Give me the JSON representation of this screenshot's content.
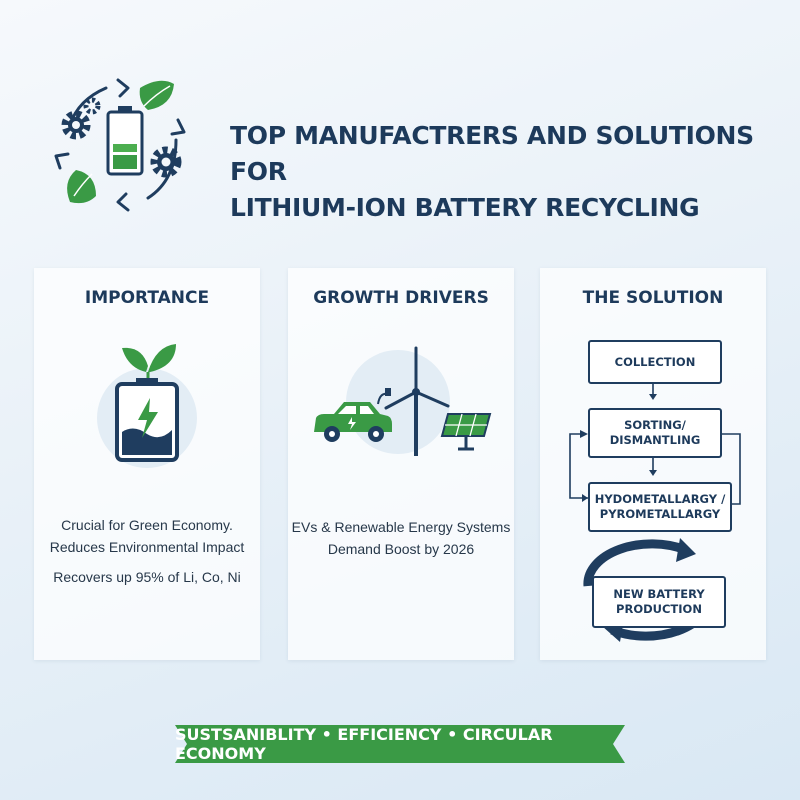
{
  "header": {
    "title_line1": "TOP MANUFACTRERS AND SOLUTIONS FOR",
    "title_line2": "LITHIUM-ION BATTERY RECYCLING"
  },
  "panels": {
    "importance": {
      "title": "IMPORTANCE",
      "line1": "Crucial for Green Economy.",
      "line2": "Reduces Environmental Impact",
      "line3": "Recovers up 95% of Li, Co, Ni"
    },
    "growth": {
      "title": "GROWTH DRIVERS",
      "line1": "EVs & Renewable Energy Systems",
      "line2": "Demand Boost by 2026"
    },
    "solution": {
      "title": "THE SOLUTION",
      "steps": [
        {
          "line1": "COLLECTION",
          "line2": ""
        },
        {
          "line1": "SORTING/",
          "line2": "DISMANTLING"
        },
        {
          "line1": "HYDOMETALLARGY /",
          "line2": "PYROMETALLARGY"
        },
        {
          "line1": "NEW BATTERY",
          "line2": "PRODUCTION"
        }
      ]
    }
  },
  "banner": {
    "text": "SUSTSANIBLITY • EFFICIENCY • CIRCULAR ECONOMY"
  },
  "colors": {
    "navy": "#1f3d5f",
    "green": "#3a9a45",
    "light_green": "#4cae4f",
    "pale_circle": "#e3edf5"
  },
  "icons": [
    "gear-icon",
    "battery-icon",
    "leaf-icon",
    "cycle-arrows-icon",
    "electric-car-icon",
    "wind-turbine-icon",
    "solar-panel-icon",
    "lightning-icon"
  ]
}
